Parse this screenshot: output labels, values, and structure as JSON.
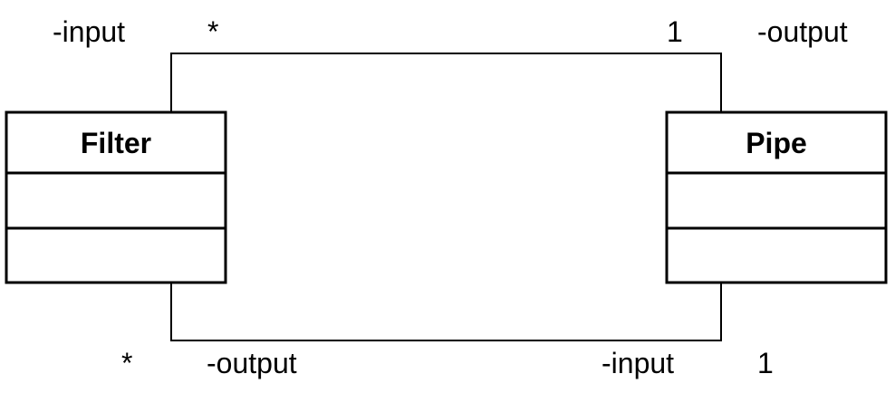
{
  "classes": {
    "filter": {
      "name": "Filter"
    },
    "pipe": {
      "name": "Pipe"
    }
  },
  "associations": {
    "top": {
      "filter_role": "-input",
      "filter_multiplicity": "*",
      "pipe_multiplicity": "1",
      "pipe_role": "-output"
    },
    "bottom": {
      "filter_multiplicity": "*",
      "filter_role": "-output",
      "pipe_role": "-input",
      "pipe_multiplicity": "1"
    }
  }
}
